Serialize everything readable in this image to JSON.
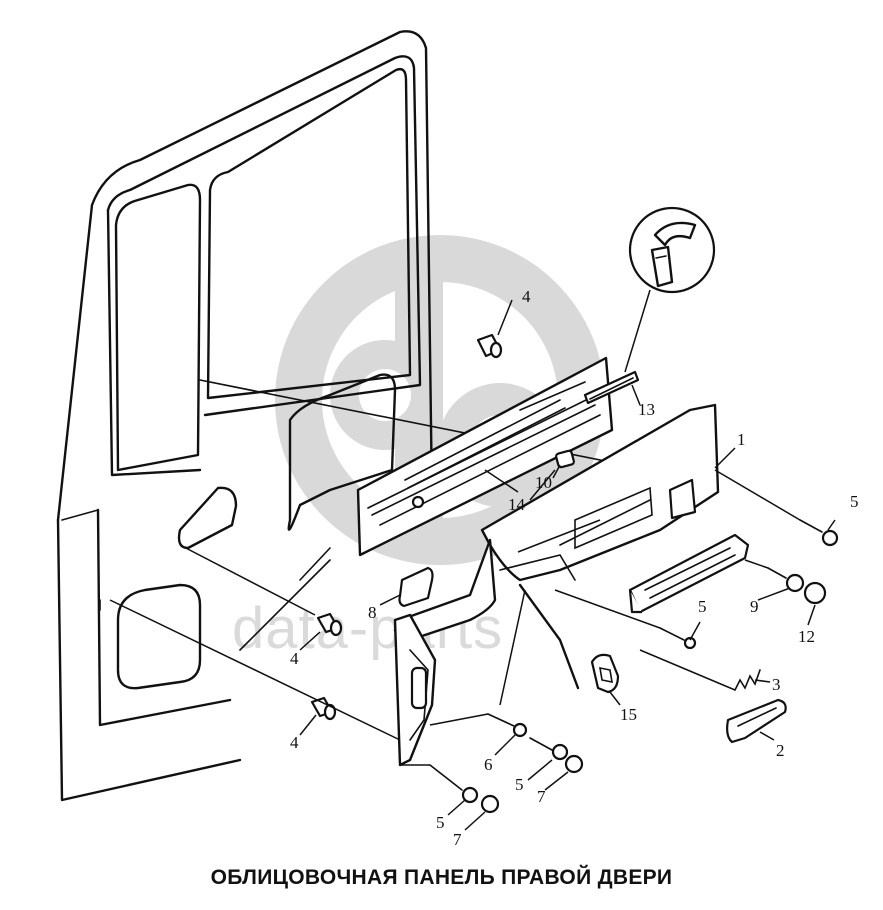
{
  "caption": "ОБЛИЦОВОЧНАЯ ПАНЕЛЬ ПРАВОЙ ДВЕРИ",
  "watermark": {
    "text": "data-parts",
    "color": "#d9d9d9"
  },
  "callouts": [
    {
      "id": "c1",
      "label": "1"
    },
    {
      "id": "c2",
      "label": "2"
    },
    {
      "id": "c3",
      "label": "3"
    },
    {
      "id": "c4a",
      "label": "4"
    },
    {
      "id": "c4b",
      "label": "4"
    },
    {
      "id": "c4c",
      "label": "4"
    },
    {
      "id": "c5a",
      "label": "5"
    },
    {
      "id": "c5b",
      "label": "5"
    },
    {
      "id": "c5c",
      "label": "5"
    },
    {
      "id": "c5d",
      "label": "5"
    },
    {
      "id": "c6",
      "label": "6"
    },
    {
      "id": "c7a",
      "label": "7"
    },
    {
      "id": "c7b",
      "label": "7"
    },
    {
      "id": "c8",
      "label": "8"
    },
    {
      "id": "c9",
      "label": "9"
    },
    {
      "id": "c10",
      "label": "10"
    },
    {
      "id": "c12",
      "label": "12"
    },
    {
      "id": "c13",
      "label": "13"
    },
    {
      "id": "c14",
      "label": "14"
    },
    {
      "id": "c15",
      "label": "15"
    }
  ]
}
